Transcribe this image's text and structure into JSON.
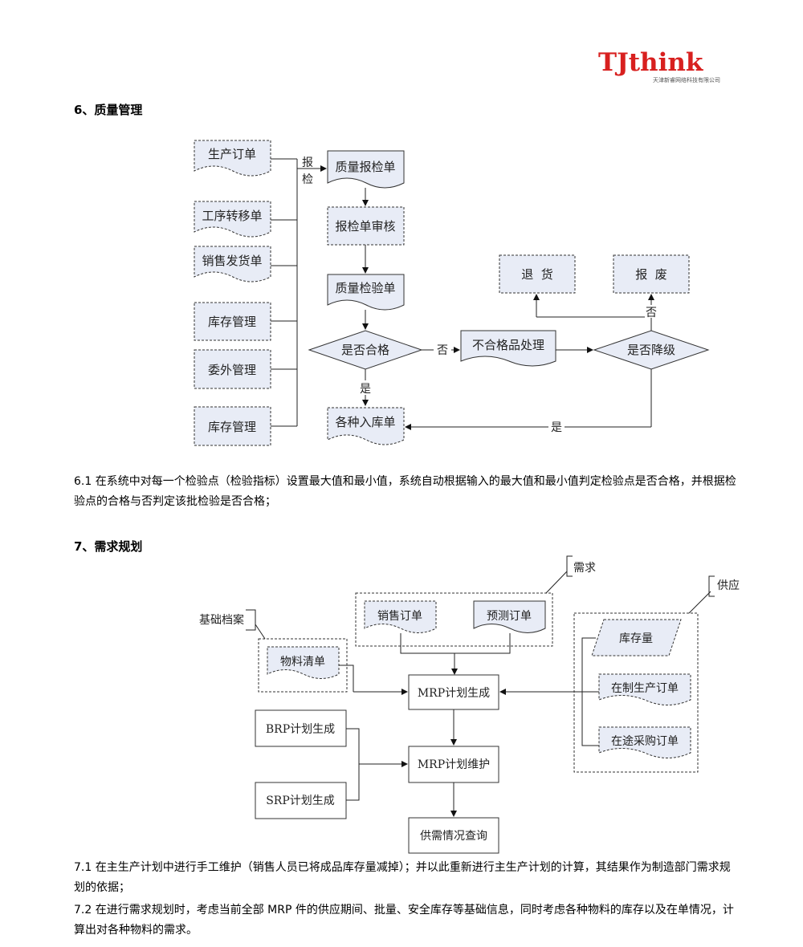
{
  "logo": {
    "text": "TJthink",
    "subtitle": "天津新睿网络科技有限公司"
  },
  "section6": {
    "heading": "6、质量管理",
    "flow": {
      "prod_order": "生产订单",
      "proc_transfer": "工序转移单",
      "sales_delivery": "销售发货单",
      "inventory_mgmt_1": "库存管理",
      "outsourcing_mgmt": "委外管理",
      "inventory_mgmt_2": "库存管理",
      "inspect_label": "报检",
      "quality_inspect_report": "质量报检单",
      "report_audit": "报检单审核",
      "quality_test": "质量检验单",
      "is_qualified": "是否合格",
      "no_label_1": "否",
      "nonconform": "不合格品处理",
      "is_downgrade": "是否降级",
      "no_label_2": "否",
      "return_goods": "退  货",
      "scrap": "报  废",
      "yes_label_1": "是",
      "yes_label_2": "是",
      "warehouse_in": "各种入库单"
    },
    "para": "6.1 在系统中对每一个检验点（检验指标）设置最大值和最小值，系统自动根据输入的最大值和最小值判定检验点是否合格，并根据检验点的合格与否判定该批检验是否合格；"
  },
  "section7": {
    "heading": "7、需求规划",
    "flow": {
      "demand": "需求",
      "supply": "供应",
      "basic_archive": "基础档案",
      "sales_order": "销售订单",
      "forecast_order": "预测订单",
      "bom": "物料清单",
      "mrp_gen": "MRP计划生成",
      "inventory_qty": "库存量",
      "wip_order": "在制生产订单",
      "transit_po": "在途采购订单",
      "brp_gen": "BRP计划生成",
      "srp_gen": "SRP计划生成",
      "mrp_maint": "MRP计划维护",
      "supply_demand_query": "供需情况查询"
    },
    "para1": "7.1 在主生产计划中进行手工维护（销售人员已将成品库存量减掉）；并以此重新进行主生产计划的计算，其结果作为制造部门需求规划的依据；",
    "para2": "7.2 在进行需求规划时，考虑当前全部 MRP 件的供应期间、批量、安全库存等基础信息，同时考虑各种物料的库存以及在单情况，计算出对各种物料的需求。"
  }
}
